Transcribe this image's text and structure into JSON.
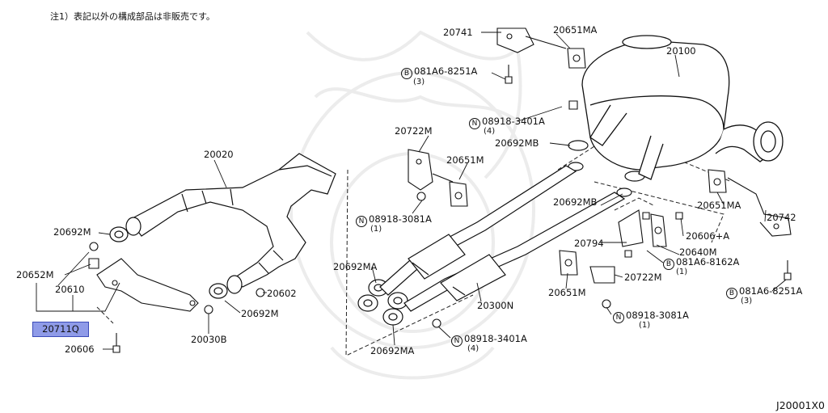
{
  "note": "注1）表記以外の構成部品は非販売です。",
  "diagram_code": "J20001X0",
  "highlight_label": "20711Q",
  "parts": {
    "p20741": "20741",
    "p20651MA_top": "20651MA",
    "p20100": "20100",
    "b_081A6_8251A_top": "081A6-8251A",
    "qty3_top": "(3)",
    "n_08918_3401A_top": "08918-3401A",
    "qty4_top": "(4)",
    "p20722M_top": "20722M",
    "p20692MB_top": "20692MB",
    "p20651M_mid": "20651M",
    "p20020": "20020",
    "p20692MB_mid": "20692MB",
    "p20742": "20742",
    "p20651MA_right": "20651MA",
    "n_08918_3081A_left": "08918-3081A",
    "qty1_left": "(1)",
    "p20606A": "20606+A",
    "p20692M_left": "20692M",
    "p20794": "20794",
    "p20640M": "20640M",
    "b_081A6_8162A": "081A6-8162A",
    "qty1_mid": "(1)",
    "p20652M": "20652M",
    "p20692MA_left": "20692MA",
    "p20610": "20610",
    "p20602": "20602",
    "p20722M_bottom": "20722M",
    "p20651M_bottom": "20651M",
    "b_081A6_8251A_right": "081A6-8251A",
    "qty3_right": "(3)",
    "p20300N": "20300N",
    "p20692M_bottom": "20692M",
    "n_08918_3081A_right": "08918-3081A",
    "qty1_right": "(1)",
    "p20030B": "20030B",
    "p20606": "20606",
    "p20692MA_bottom": "20692MA",
    "n_08918_3401A_bottom": "08918-3401A",
    "qty4_bottom": "(4)"
  },
  "symbols": {
    "bolt": "B",
    "nut": "N"
  }
}
